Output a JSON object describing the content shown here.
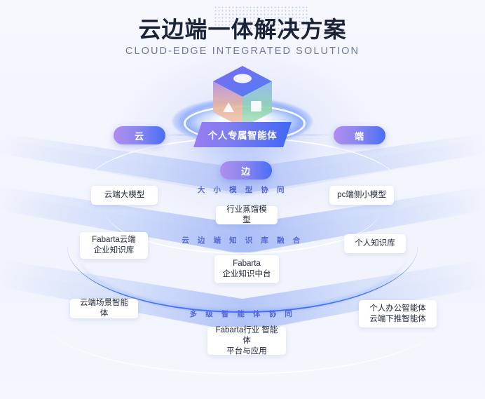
{
  "header": {
    "title_cn": "云边端一体解决方案",
    "title_en": "CLOUD-EDGE INTEGRATED SOLUTION"
  },
  "hero": {
    "cube_icon": "3d-cube-icon",
    "halo_icon": "glow-ring-icon",
    "center_banner": "个人专属智能体"
  },
  "pills": {
    "cloud": "云",
    "device": "端",
    "edge": "边"
  },
  "sections": [
    {
      "header": "大 小 模 型 协 同",
      "left": {
        "line1": "云端大模型"
      },
      "center": {
        "line1": "行业蒸馏模型"
      },
      "right": {
        "line1": "pc端侧小模型"
      }
    },
    {
      "header": "云 边 端 知 识 库 融 合",
      "left": {
        "line1": "Fabarta云端",
        "line2": "企业知识库"
      },
      "center": {
        "line1": "Fabarta",
        "line2": "企业知识中台"
      },
      "right": {
        "line1": "个人知识库"
      }
    },
    {
      "header": "多 级 智 能 体 协 同",
      "left": {
        "line1": "云端场景智能体"
      },
      "center": {
        "line1": "Fabarta行业 智能体",
        "line2": "平台与应用"
      },
      "right": {
        "line1": "个人办公智能体",
        "line2": "云端下推智能体"
      }
    }
  ],
  "colors": {
    "background": "#f4f6fd",
    "title": "#1b2338",
    "subtitle": "#6f7a98",
    "section_header": "#5566d6",
    "pill_gradient_start": "#b08cf0",
    "pill_gradient_end": "#4a6ef5",
    "arc_blue": "#3a6dfa",
    "card_text": "#22293d"
  }
}
